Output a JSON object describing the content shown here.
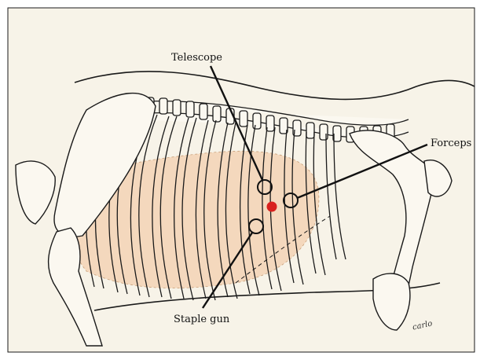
{
  "labels": {
    "telescope": "Telescope",
    "forceps": "Forceps",
    "staple_gun": "Staple gun"
  },
  "signature": "carlo",
  "colors": {
    "background": "#f7f3e8",
    "line": "#1a1a1a",
    "lung_fill": "#f2c9a6",
    "port_marker": "#d8201d"
  }
}
